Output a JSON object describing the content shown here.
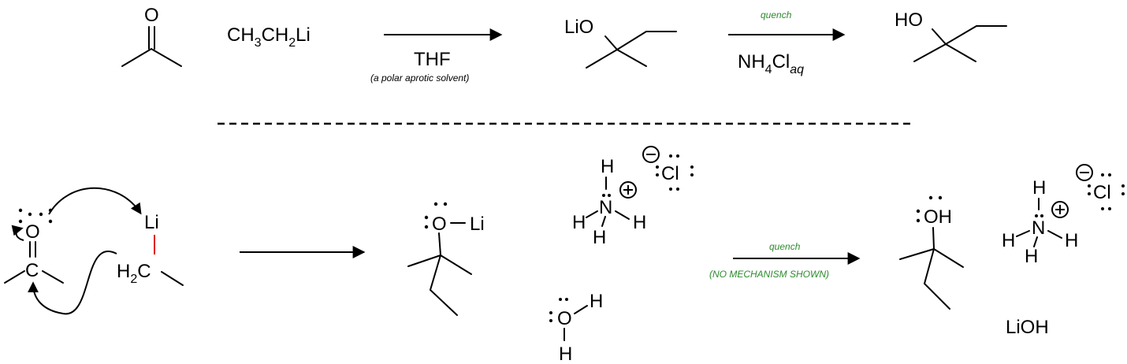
{
  "colors": {
    "carbon": "#1a1aff",
    "red": "#e01010",
    "green": "#2e8b2e",
    "black": "#000000"
  },
  "top": {
    "ketone_O": "O",
    "reagent_main": "CH",
    "reagent_sub1": "3",
    "reagent_mid": "CH",
    "reagent_sub2": "2",
    "reagent_end": "Li",
    "arrow1_label": "THF",
    "arrow1_note": "(a polar aprotic solvent)",
    "product1_label": "LiO",
    "arrow2_note": "quench",
    "arrow2_main": "NH",
    "arrow2_sub": "4",
    "arrow2_end": "Cl",
    "arrow2_aq": "aq",
    "product2_label": "HO"
  },
  "bottom": {
    "carbonyl_O": "O",
    "carbonyl_C": "C",
    "li_label": "Li",
    "ch2_H": "H",
    "ch2_sub": "2",
    "ch2_C": "C",
    "alkoxide_O": "O",
    "alkoxide_dash": "–",
    "alkoxide_Li": "Li",
    "ammonium1": {
      "H_top": "H",
      "N": "N",
      "H_left": "H",
      "H_right": "H",
      "H_bottom": "H",
      "charge": "+"
    },
    "chloride1": {
      "label": "Cl",
      "charge": "−"
    },
    "water": {
      "O": "O",
      "H_right": "H",
      "H_bottom": "H"
    },
    "arrow_note": "quench",
    "arrow_note2": "(NO MECHANISM SHOWN)",
    "alcohol_label": "OH",
    "ammonium2": {
      "H_top": "H",
      "N": "N",
      "H_left": "H",
      "H_right": "H",
      "H_bottom": "H",
      "charge": "+"
    },
    "chloride2": {
      "label": "Cl",
      "charge": "−"
    },
    "lioh": "LiOH"
  }
}
